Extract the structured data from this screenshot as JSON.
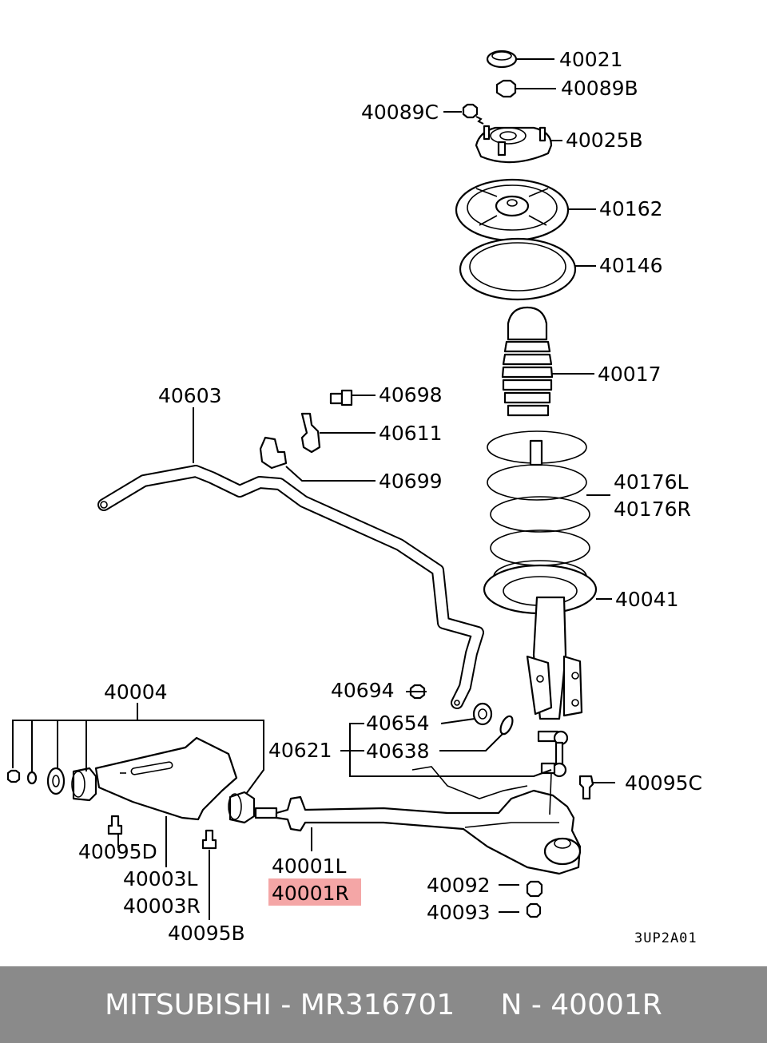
{
  "parts": {
    "p40021": "40021",
    "p40089B": "40089B",
    "p40089C": "40089C",
    "p40025B": "40025B",
    "p40162": "40162",
    "p40146": "40146",
    "p40017": "40017",
    "p40603": "40603",
    "p40698": "40698",
    "p40611": "40611",
    "p40699": "40699",
    "p40176L": "40176L",
    "p40176R": "40176R",
    "p40041": "40041",
    "p40004": "40004",
    "p40694": "40694",
    "p40654": "40654",
    "p40621": "40621",
    "p40638": "40638",
    "p40095C": "40095C",
    "p40095D": "40095D",
    "p40003L": "40003L",
    "p40003R": "40003R",
    "p40095B": "40095B",
    "p40001L": "40001L",
    "p40001R": "40001R",
    "p40092": "40092",
    "p40093": "40093"
  },
  "diagram_code": "3UP2A01",
  "highlight_color": "#f4a6a6",
  "footer": {
    "text": "MITSUBISHI - MR316701     N - 40001R"
  }
}
